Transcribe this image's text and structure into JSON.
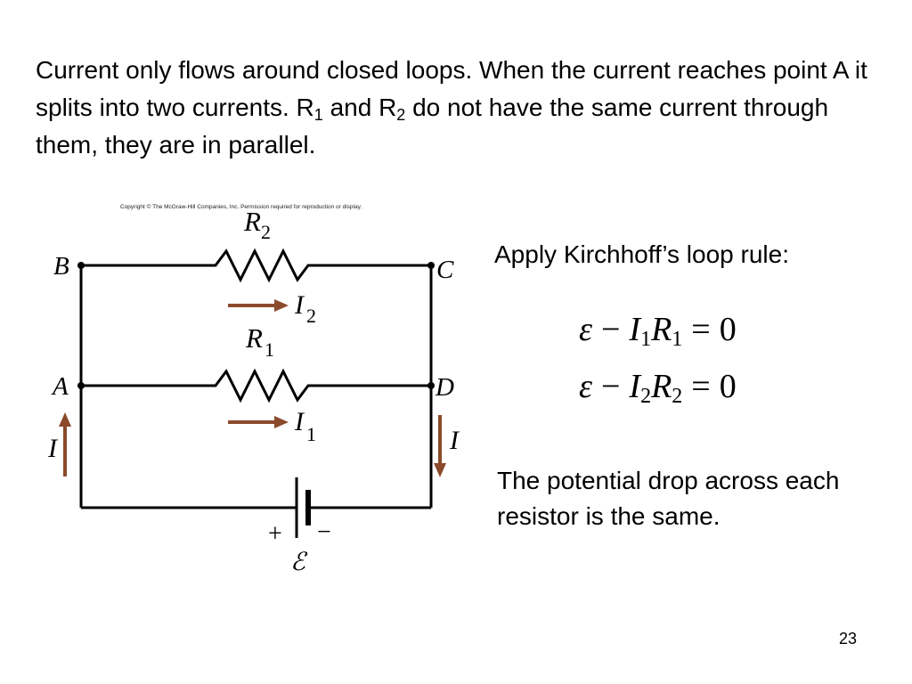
{
  "intro": {
    "part1": "Current only flows around closed loops.  When the current reaches point A it splits into two currents.  R",
    "sub1": "1",
    "part2": " and R",
    "sub2": "2",
    "part3": " do not have the same current through them, they are in parallel."
  },
  "figure": {
    "copyright": "Copyright © The McGraw-Hill Companies, Inc. Permission required for reproduction or display.",
    "nodes": {
      "a": "A",
      "b": "B",
      "c": "C",
      "d": "D"
    },
    "r2": {
      "letter": "R",
      "sub": "2"
    },
    "r1": {
      "letter": "R",
      "sub": "1"
    },
    "i2": {
      "letter": "I",
      "sub": "2"
    },
    "i1": {
      "letter": "I",
      "sub": "1"
    },
    "i_left": "I",
    "i_right": "I",
    "plus": "+",
    "minus": "−",
    "emf": "ℰ",
    "arrow_color": "#8B4A2B"
  },
  "kirchhoff": {
    "heading": "Apply Kirchhoff’s loop rule:",
    "eq1": {
      "emf": "ε",
      "minus": "−",
      "i": "I",
      "i_sub": "1",
      "r": "R",
      "r_sub": "1",
      "equals": "=",
      "rhs": "0"
    },
    "eq2": {
      "emf": "ε",
      "minus": "−",
      "i": "I",
      "i_sub": "2",
      "r": "R",
      "r_sub": "2",
      "equals": "=",
      "rhs": "0"
    }
  },
  "note": "The potential drop across each resistor is the same.",
  "page_number": "23"
}
